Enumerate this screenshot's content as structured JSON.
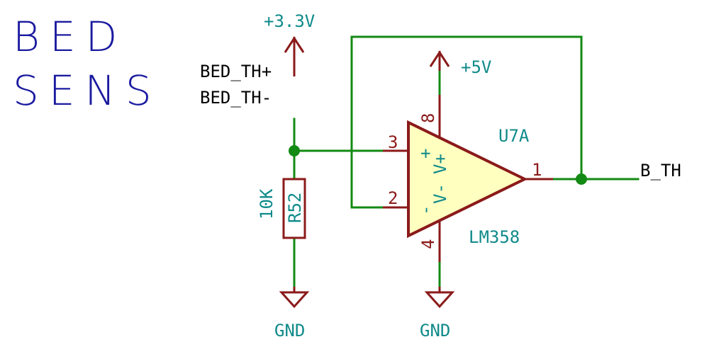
{
  "title": {
    "line1": "BED",
    "line2": "SENS"
  },
  "nets": {
    "vcc33": "+3.3V",
    "vcc5": "+5V",
    "bed_th_plus": "BED_TH+",
    "bed_th_minus": "BED_TH-",
    "output": "B_TH",
    "gnd_left": "GND",
    "gnd_right": "GND"
  },
  "resistor": {
    "ref": "R52",
    "value": "10K"
  },
  "opamp": {
    "ref": "U7A",
    "part": "LM358",
    "pins": {
      "p1": "1",
      "p2": "2",
      "p3": "3",
      "p4": "4",
      "p8": "8"
    },
    "inner_labels": {
      "vplus": "V+",
      "vminus": "V-",
      "plus": "+",
      "minus": "-"
    }
  },
  "colors": {
    "wire": "#138a13",
    "symbol": "#8b1a1a",
    "opamp_fill": "#ffffc0",
    "label_text": "#108a8a",
    "net_text": "#000000",
    "title_text": "#1a1aa0"
  }
}
